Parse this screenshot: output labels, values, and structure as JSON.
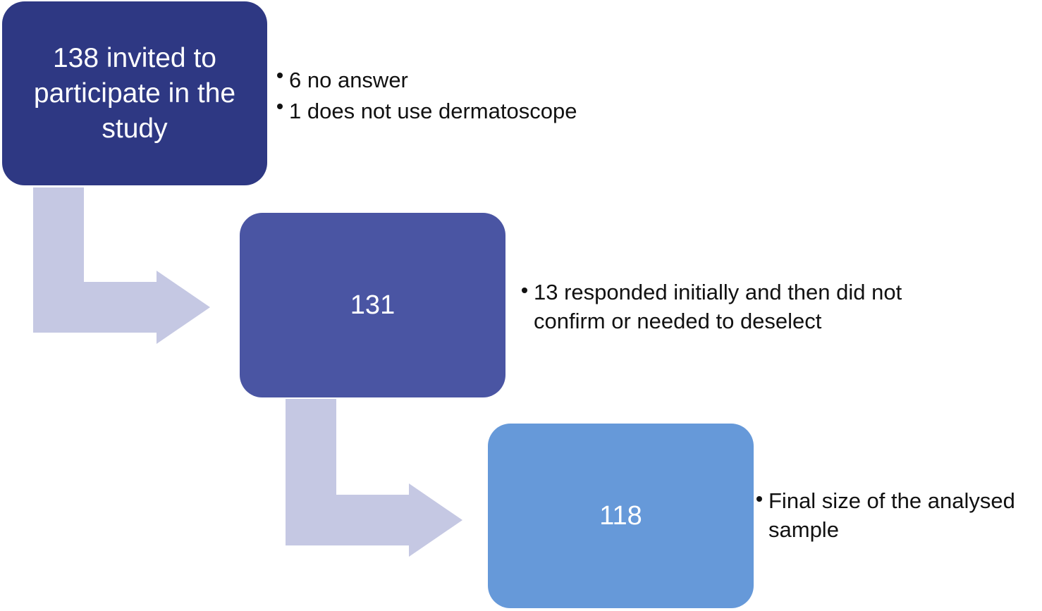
{
  "colors": {
    "box_1": "#2e3883",
    "box_2": "#4a55a3",
    "box_3": "#6699d9",
    "arrow": "#c5c8e3",
    "text_dark": "#111111",
    "text_light": "#ffffff"
  },
  "steps": [
    {
      "box_label": "138 invited to participate in the study",
      "notes": [
        "6 no answer",
        "1 does not use dermatoscope"
      ]
    },
    {
      "box_label": "131",
      "notes": [
        "13 responded initially and then did not confirm or needed to deselect"
      ]
    },
    {
      "box_label": "118",
      "notes": [
        "Final size of the analysed sample"
      ]
    }
  ]
}
